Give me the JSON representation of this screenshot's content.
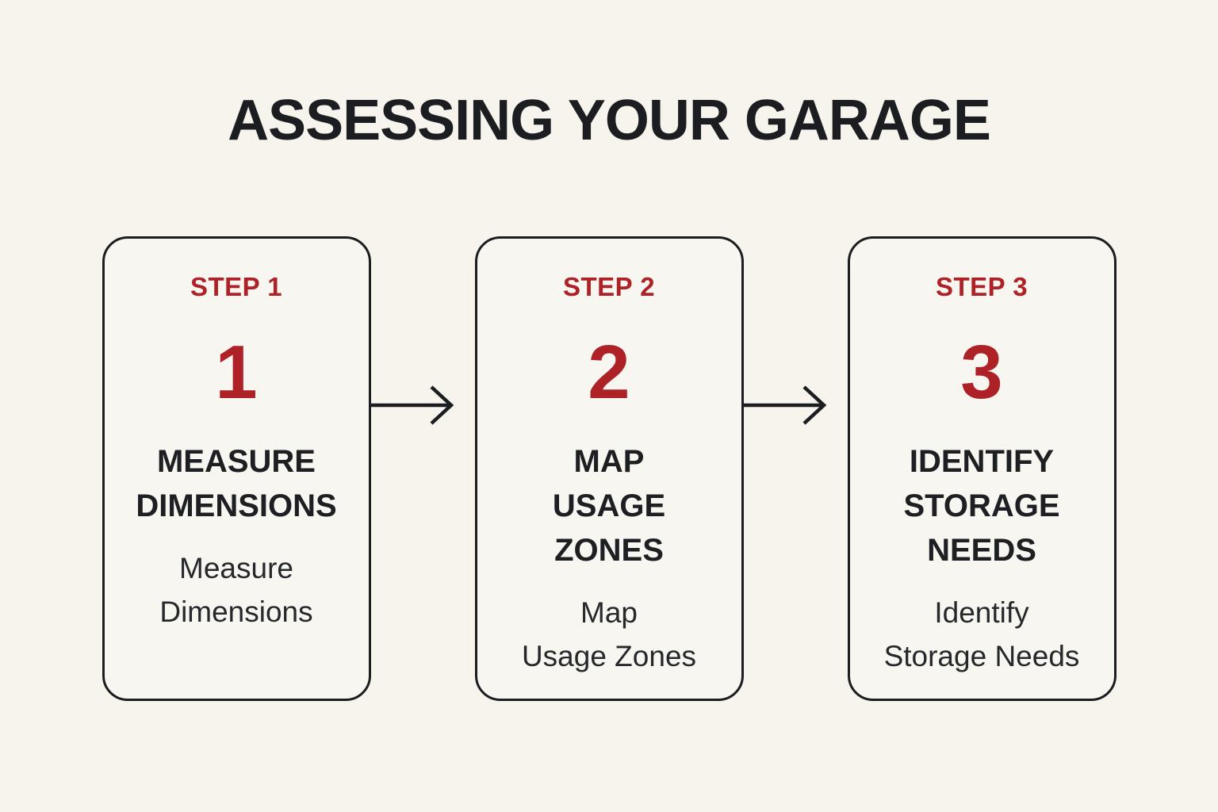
{
  "title": "ASSESSING YOUR GARAGE",
  "colors": {
    "page_background": "#f7f4ee",
    "card_background": "#f8f6f0",
    "card_border": "#1b1d21",
    "accent_red": "#ae2227",
    "heading_text": "#1d1f23",
    "subheading_text": "#26282b"
  },
  "steps": [
    {
      "label": "STEP 1",
      "number": "1",
      "heading": "MEASURE\nDIMENSIONS",
      "subheading": "Measure\nDimensions"
    },
    {
      "label": "STEP 2",
      "number": "2",
      "heading": "MAP\nUSAGE\nZONES",
      "subheading": "Map\nUsage Zones"
    },
    {
      "label": "STEP 3",
      "number": "3",
      "heading": "IDENTIFY\nSTORAGE\nNEEDS",
      "subheading": "Identify\nStorage Needs"
    }
  ],
  "connectors": [
    {
      "icon": "arrow-right-icon"
    },
    {
      "icon": "arrow-right-icon"
    }
  ]
}
